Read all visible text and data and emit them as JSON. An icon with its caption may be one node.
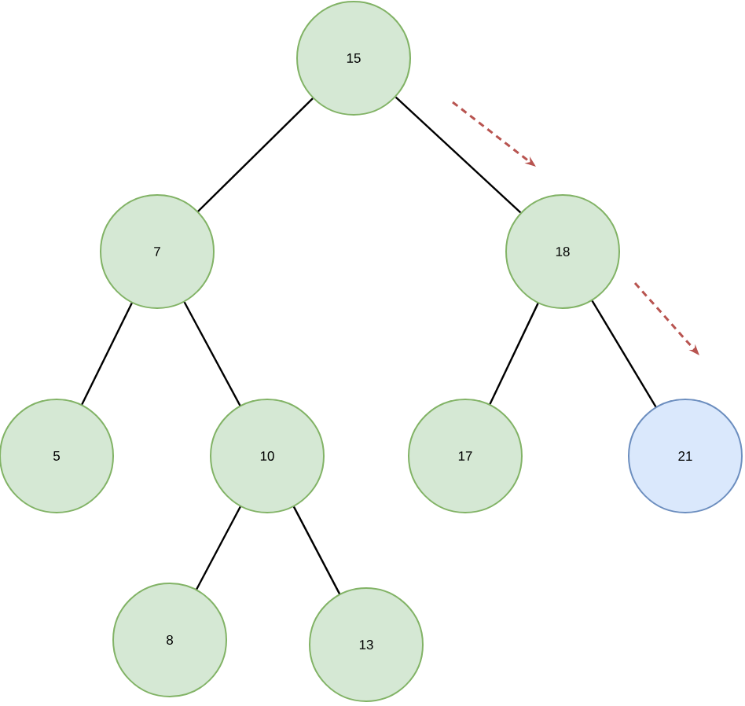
{
  "diagram": {
    "nodes": [
      {
        "text": [
          "15"
        ]
      },
      {
        "text": [
          "7"
        ]
      },
      {
        "text": [
          "18"
        ]
      },
      {
        "text": [
          "5"
        ]
      },
      {
        "text": [
          "10"
        ]
      },
      {
        "text": [
          "17"
        ]
      },
      {
        "text": [
          "21"
        ]
      },
      {
        "text": [
          "8"
        ]
      },
      {
        "text": [
          "13"
        ]
      }
    ],
    "edges": [
      {
        "from": 0,
        "to": 1,
        "arrow": "none"
      },
      {
        "from": 0,
        "to": 2,
        "arrow": "none"
      },
      {
        "from": 1,
        "to": 3,
        "arrow": "none"
      },
      {
        "from": 1,
        "to": 4,
        "arrow": "none"
      },
      {
        "from": 2,
        "to": 5,
        "arrow": "none"
      },
      {
        "from": 2,
        "to": 6,
        "arrow": "none"
      },
      {
        "from": 4,
        "to": 7,
        "arrow": "none"
      },
      {
        "from": 4,
        "to": 8,
        "arrow": "none"
      }
    ]
  }
}
